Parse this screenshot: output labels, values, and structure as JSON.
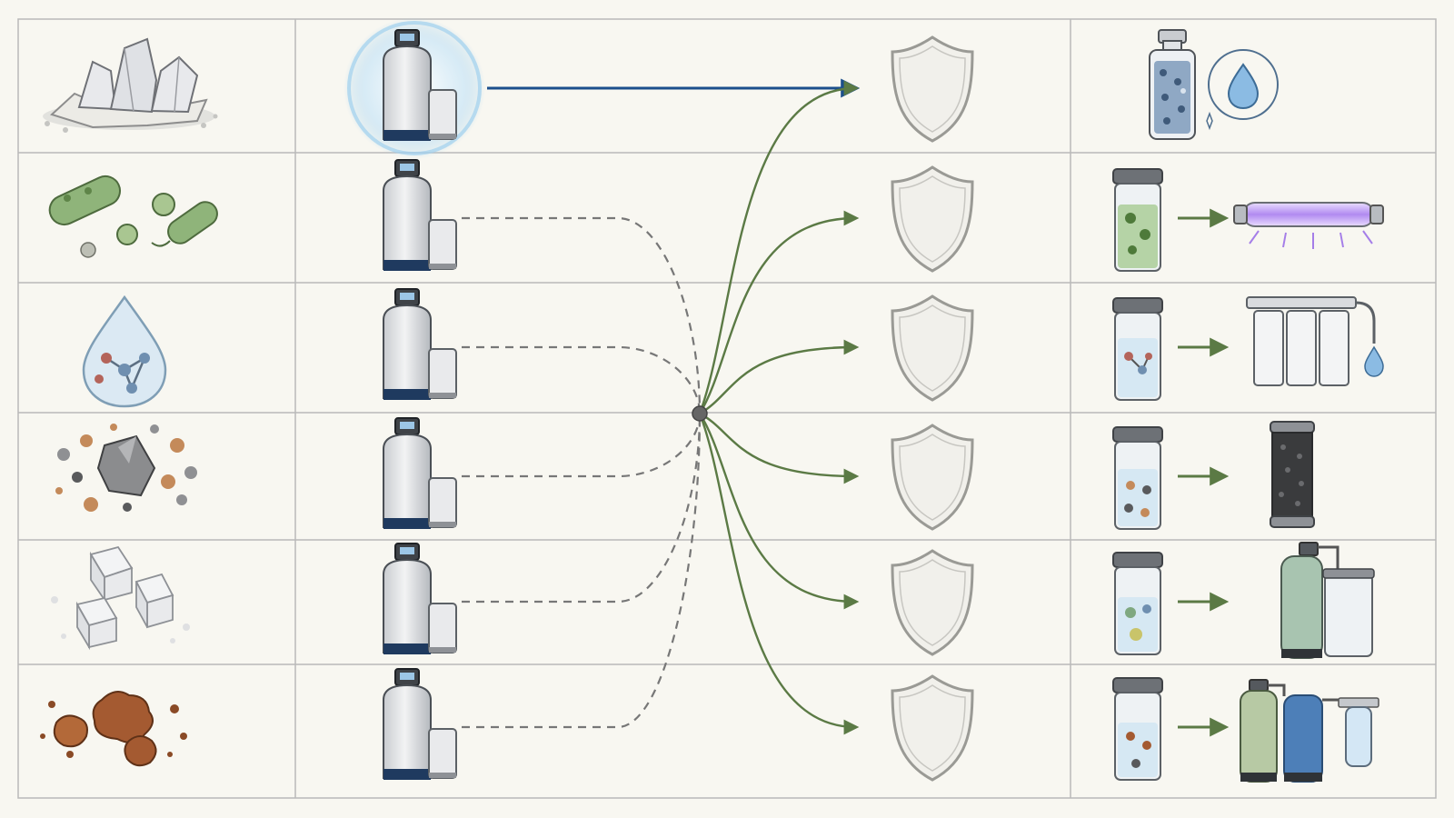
{
  "diagram": {
    "columns": [
      "contaminant",
      "water-softener",
      "protection",
      "recommended-treatment"
    ],
    "rows": [
      {
        "contaminant_icon": "hardness-mineral-crystals-icon",
        "softener_state": "active",
        "link": "solid",
        "treatment_icons": [
          "ion-exchange-resin-bottle-icon",
          "water-drop-icon"
        ]
      },
      {
        "contaminant_icon": "bacteria-icon",
        "softener_state": "inactive",
        "link": "dashed",
        "treatment_icons": [
          "bacteria-sample-jar-icon",
          "uv-lamp-icon"
        ]
      },
      {
        "contaminant_icon": "dissolved-chemical-drop-icon",
        "softener_state": "inactive",
        "link": "dashed",
        "treatment_icons": [
          "chemical-sample-jar-icon",
          "reverse-osmosis-system-icon"
        ]
      },
      {
        "contaminant_icon": "heavy-metal-particles-icon",
        "softener_state": "inactive",
        "link": "dashed",
        "treatment_icons": [
          "metal-sample-jar-icon",
          "carbon-filter-cartridge-icon"
        ]
      },
      {
        "contaminant_icon": "salt-crystals-icon",
        "softener_state": "inactive",
        "link": "dashed",
        "treatment_icons": [
          "dissolved-solids-sample-jar-icon",
          "dual-tank-system-icon"
        ]
      },
      {
        "contaminant_icon": "iron-rust-particles-icon",
        "softener_state": "inactive",
        "link": "dashed",
        "treatment_icons": [
          "iron-sample-jar-icon",
          "iron-filter-system-icon"
        ]
      }
    ],
    "colors": {
      "background": "#f8f7f1",
      "grid": "#b9b9b9",
      "active_arrow": "#1c4f8c",
      "treatment_arrow": "#5b7a45",
      "dashed_line": "#777777",
      "hub": "#666666",
      "glow": "#9fd0ee"
    }
  }
}
